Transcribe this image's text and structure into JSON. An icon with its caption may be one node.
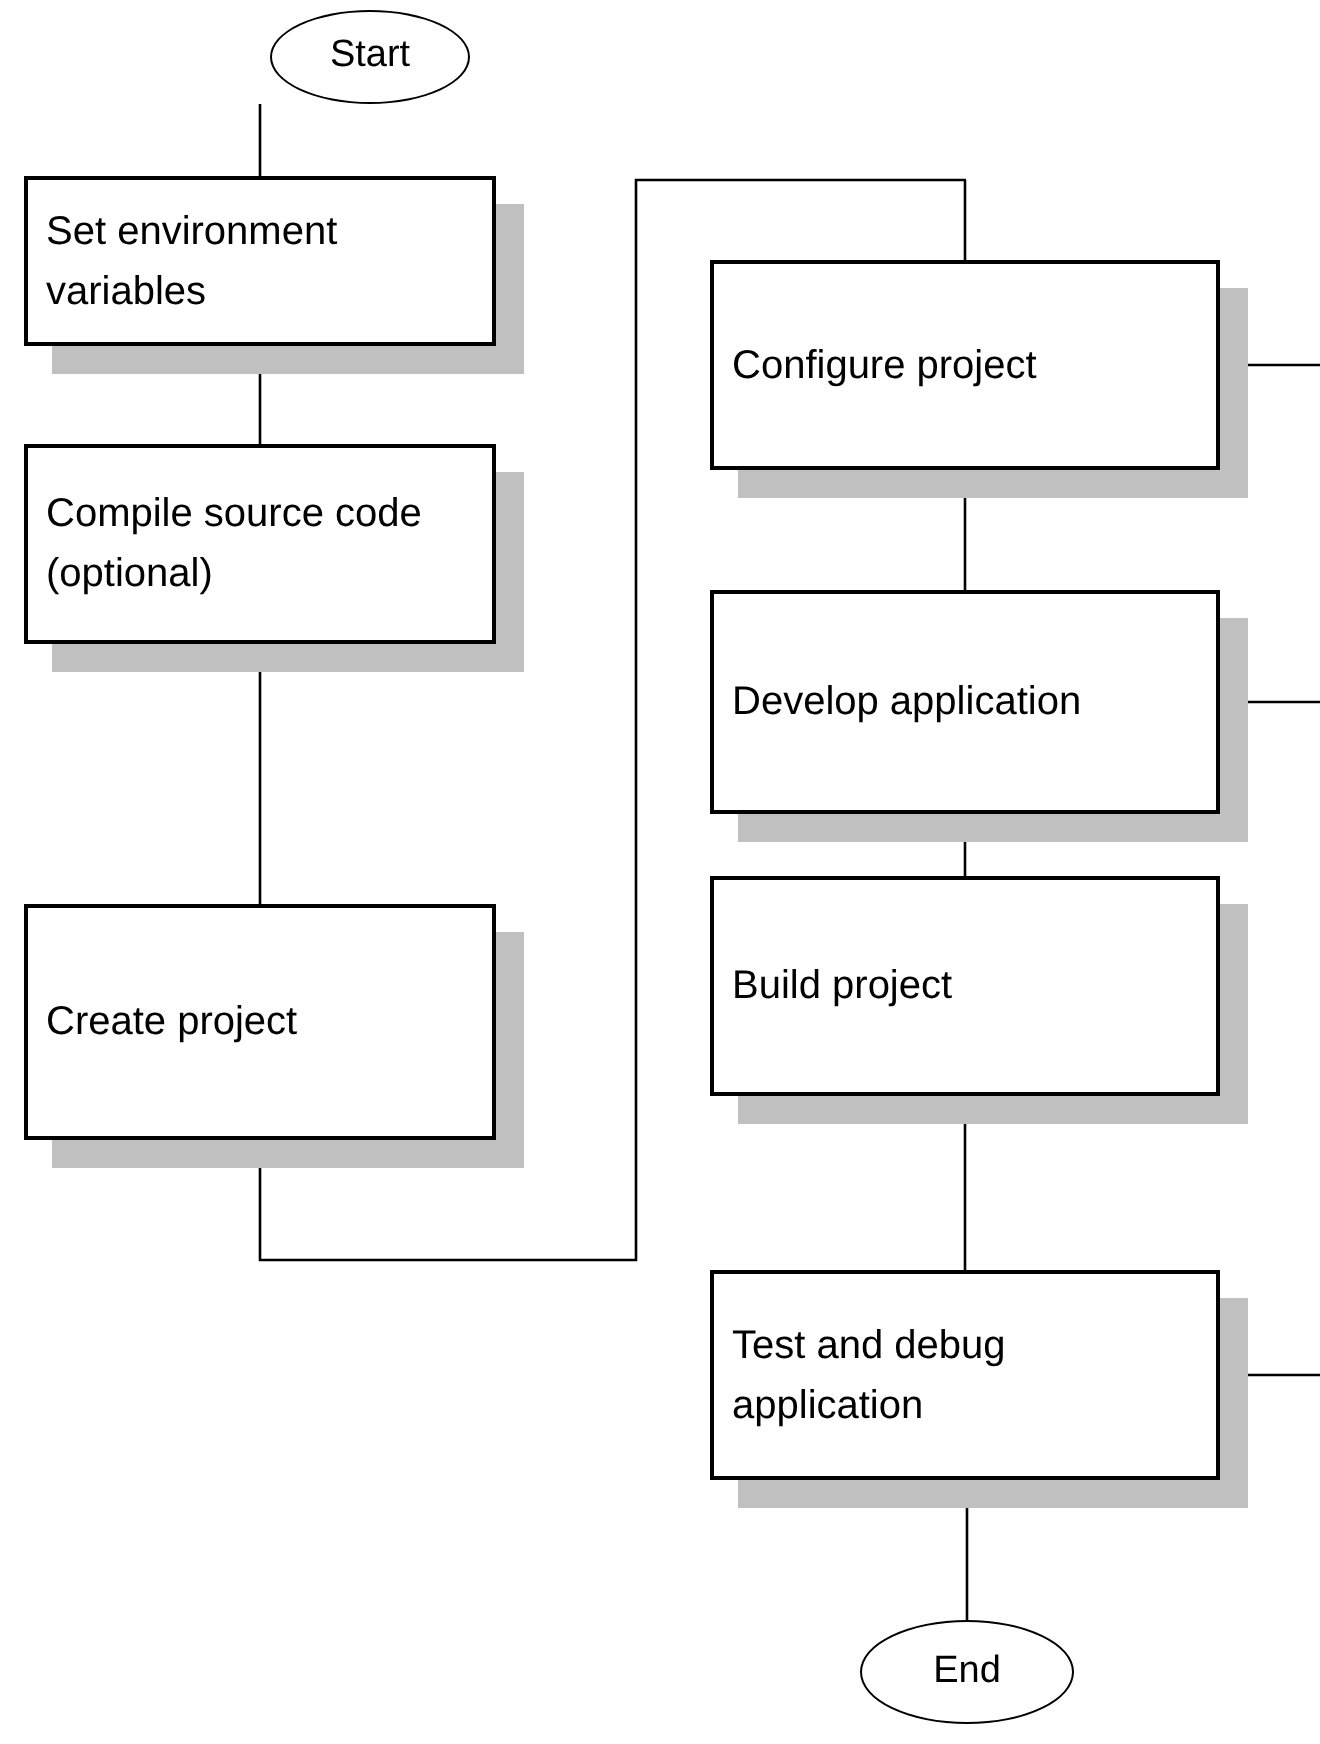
{
  "diagram": {
    "nodes": [
      {
        "text": [
          "Start"
        ]
      },
      {
        "text": [
          "Set environment variables"
        ]
      },
      {
        "text": [
          "Compile source code (optional)"
        ]
      },
      {
        "text": [
          "Create project"
        ]
      },
      {
        "text": [
          "Configure project"
        ]
      },
      {
        "text": [
          "Develop application"
        ]
      },
      {
        "text": [
          "Build project"
        ]
      },
      {
        "text": [
          "Test and debug application"
        ]
      },
      {
        "text": [
          "End"
        ]
      }
    ],
    "edges": [
      {
        "from": 0,
        "to": 1,
        "arrow": "none"
      },
      {
        "from": 1,
        "to": 2,
        "arrow": "none"
      },
      {
        "from": 2,
        "to": 3,
        "arrow": "none"
      },
      {
        "from": 3,
        "to": 4,
        "arrow": "none"
      },
      {
        "from": 4,
        "to": 5,
        "arrow": "none"
      },
      {
        "from": 5,
        "to": 6,
        "arrow": "none"
      },
      {
        "from": 6,
        "to": 7,
        "arrow": "none"
      },
      {
        "from": 7,
        "to": 8,
        "arrow": "none"
      },
      {
        "from": 4,
        "to": null,
        "arrow": "none"
      },
      {
        "from": 5,
        "to": null,
        "arrow": "none"
      },
      {
        "from": 7,
        "to": null,
        "arrow": "none"
      }
    ]
  }
}
